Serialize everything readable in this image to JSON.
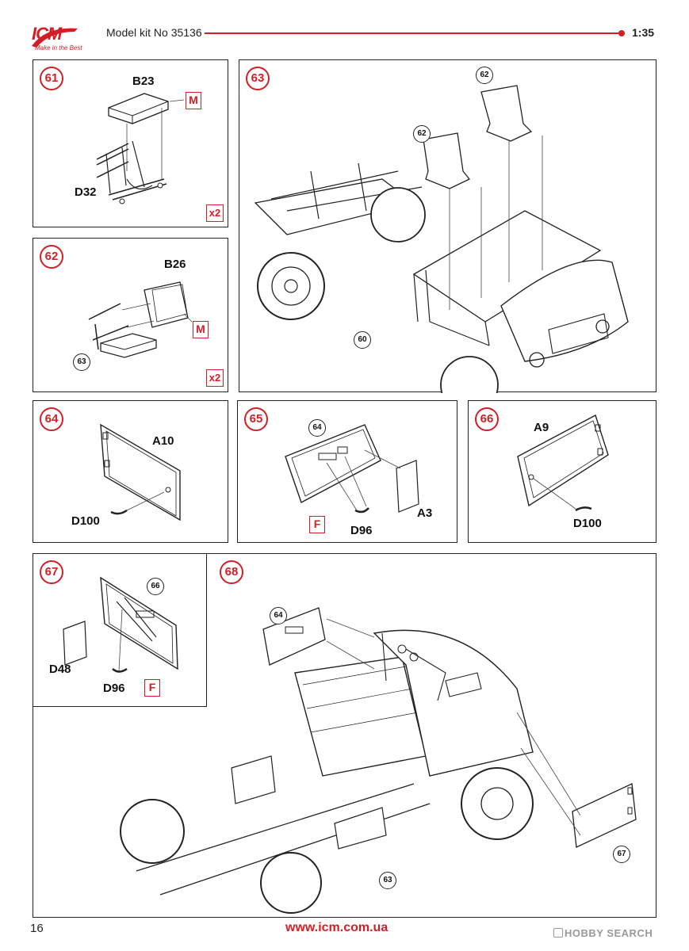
{
  "header": {
    "logo_text": "ICM",
    "logo_tagline": "Make in the Best",
    "kit_title": "Model kit No 35136",
    "scale": "1:35"
  },
  "footer": {
    "page_number": "16",
    "website": "www.icm.com.ua",
    "watermark": "HOBBY SEARCH"
  },
  "colors": {
    "accent": "#d21f26",
    "line": "#222222"
  },
  "steps": {
    "s61": {
      "number": "61",
      "parts": [
        "B23",
        "D32"
      ],
      "glue_tag": "M",
      "multiplier": "x2"
    },
    "s62": {
      "number": "62",
      "parts": [
        "B26"
      ],
      "glue_tag": "M",
      "multiplier": "x2",
      "ref": "63"
    },
    "s63": {
      "number": "63",
      "refs": [
        "62",
        "62",
        "60"
      ]
    },
    "s64": {
      "number": "64",
      "parts": [
        "A10",
        "D100"
      ]
    },
    "s65": {
      "number": "65",
      "parts": [
        "A3",
        "D96"
      ],
      "tag": "F",
      "ref": "64"
    },
    "s66": {
      "number": "66",
      "parts": [
        "A9",
        "D100"
      ]
    },
    "s67": {
      "number": "67",
      "parts": [
        "D48",
        "D96"
      ],
      "tag": "F",
      "ref": "66"
    },
    "s68": {
      "number": "68",
      "refs": [
        "64",
        "67",
        "63"
      ]
    }
  }
}
